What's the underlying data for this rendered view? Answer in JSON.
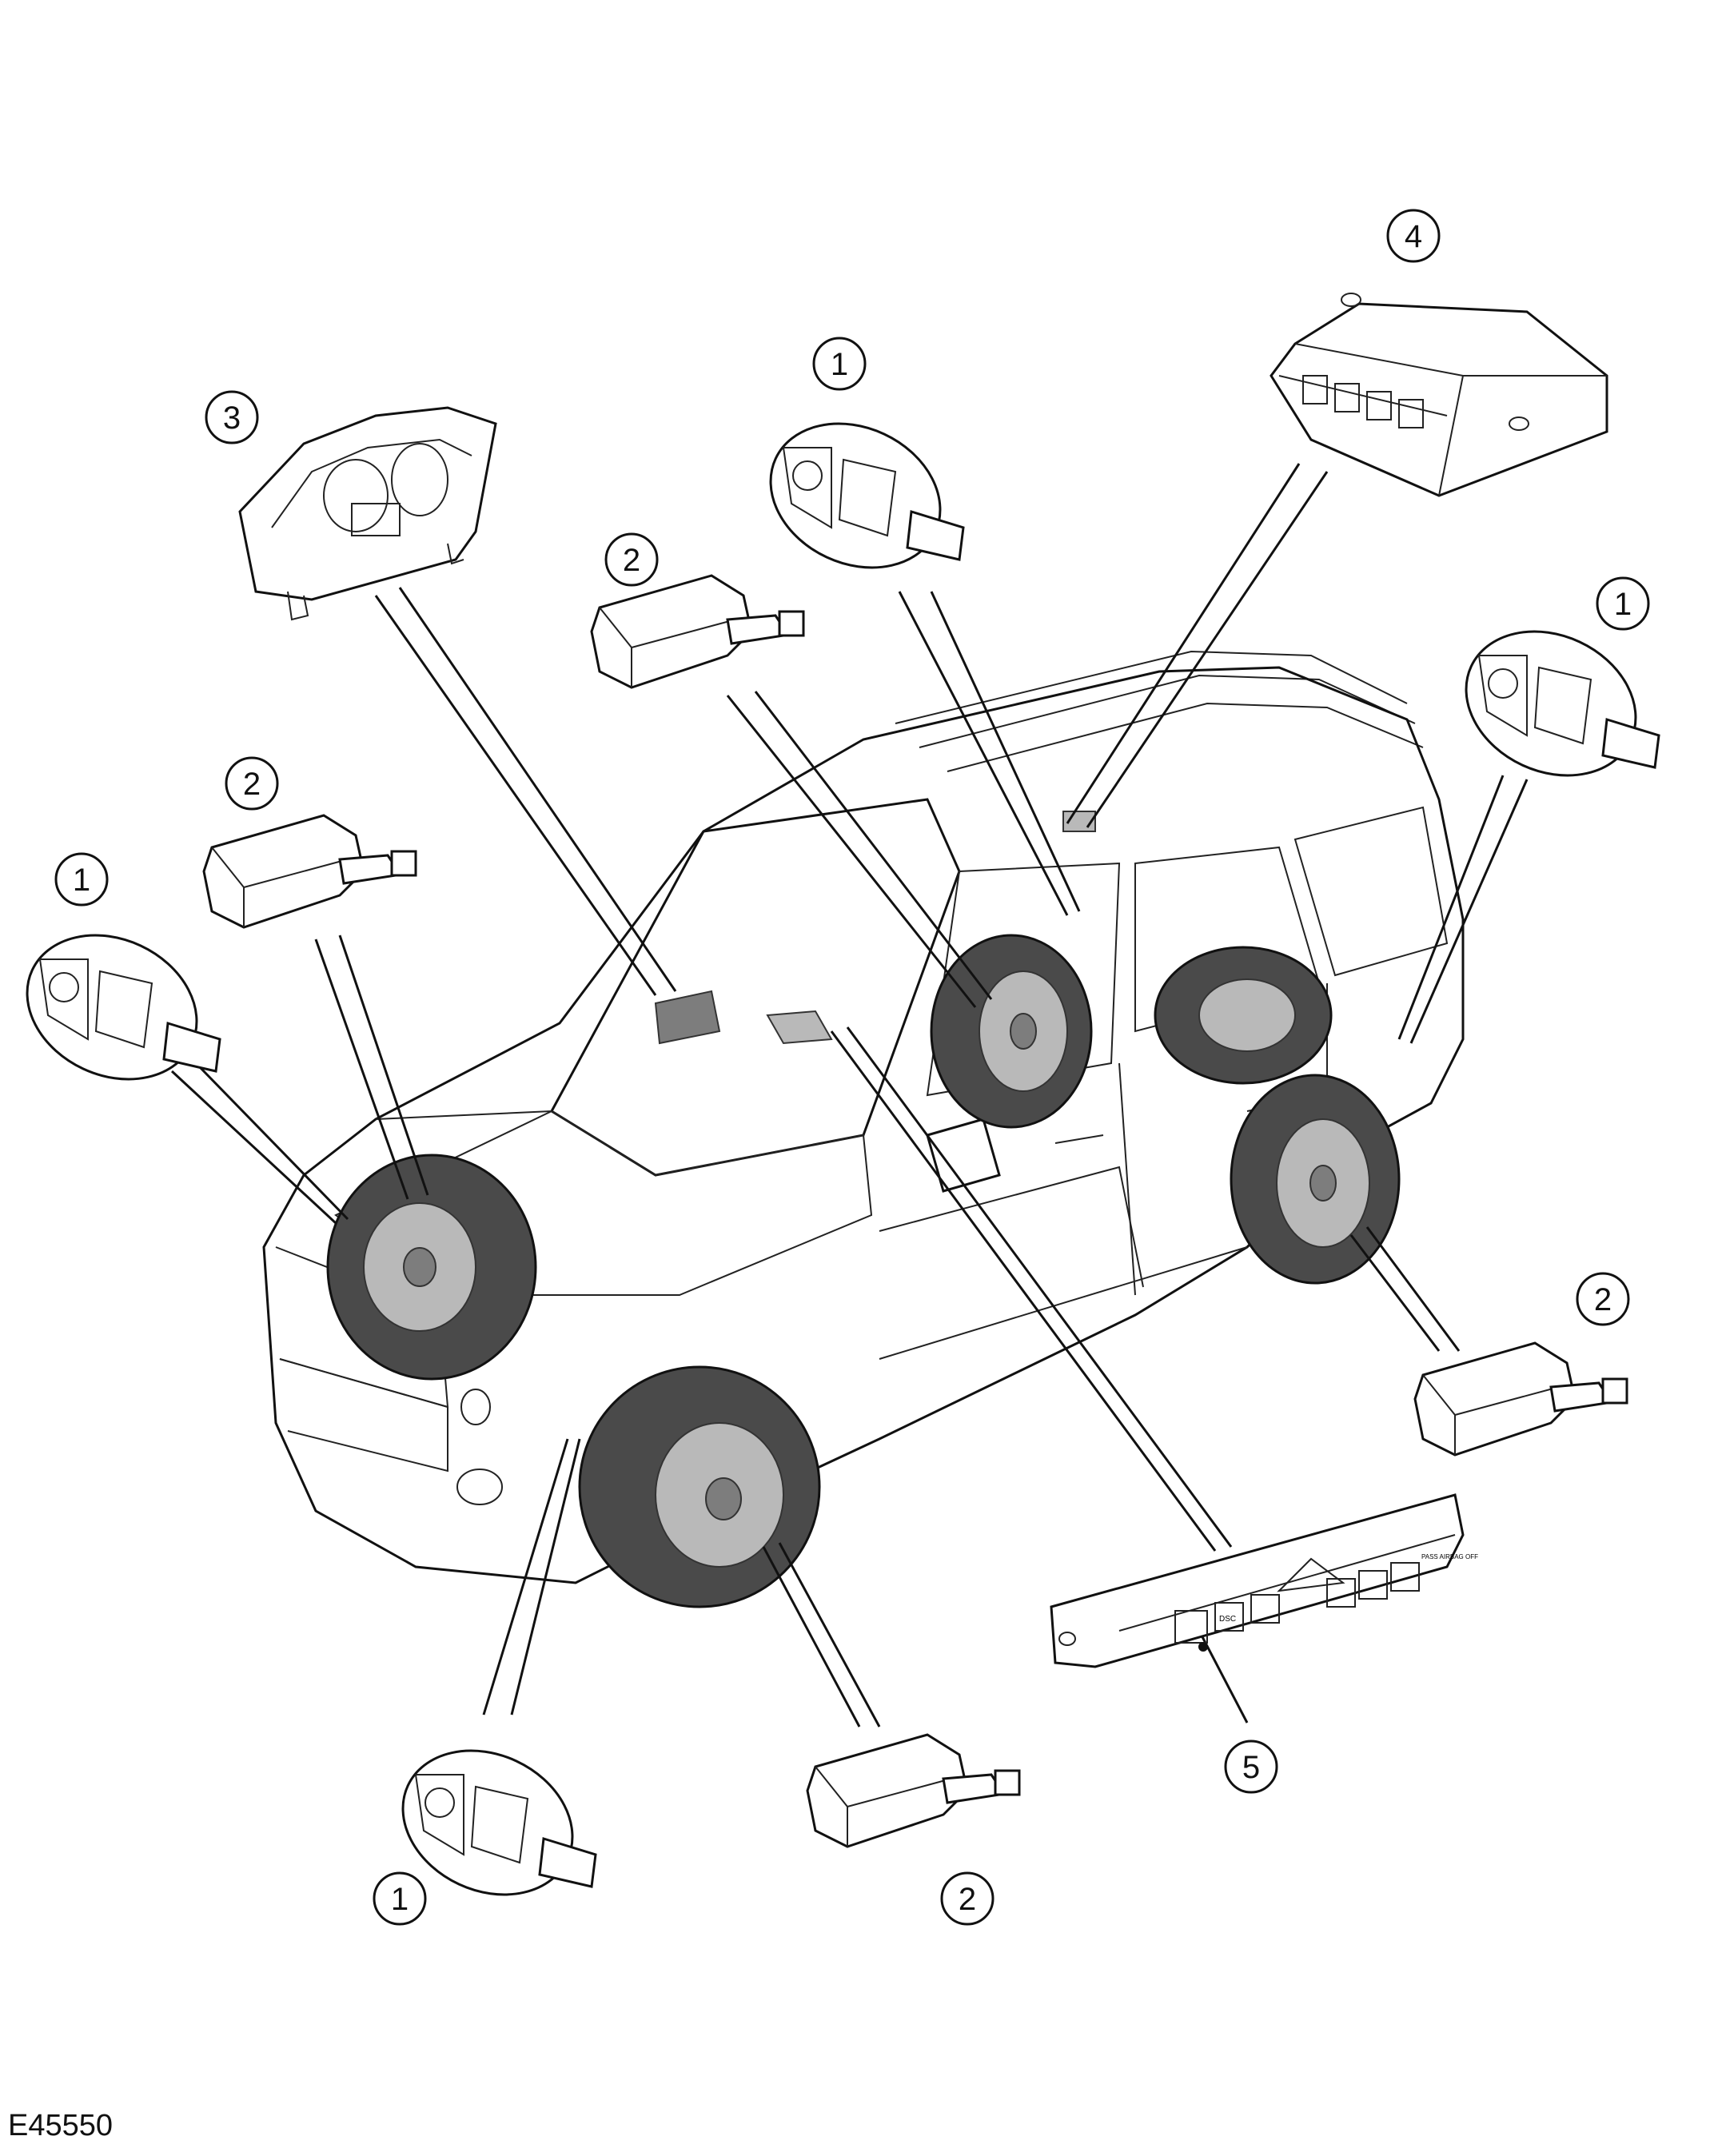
{
  "figure_id": "E45550",
  "callouts": {
    "c1a": "1",
    "c1b": "1",
    "c1c": "1",
    "c1d": "1",
    "c2a": "2",
    "c2b": "2",
    "c2c": "2",
    "c2d": "2",
    "c3": "3",
    "c4": "4",
    "c5": "5"
  },
  "icons": {
    "tyre_pressure_sensor_bracket": "sensor-bracket-icon",
    "tyre_pressure_sensor_valve": "sensor-valve-icon",
    "instrument_cluster": "instrument-cluster-icon",
    "control_module": "control-module-icon",
    "switch_panel": "switch-panel-icon",
    "vehicle": "vehicle-icon"
  },
  "switch_panel_labels": {
    "dsc": "DSC",
    "airbag": "PASS AIRBAG OFF"
  }
}
